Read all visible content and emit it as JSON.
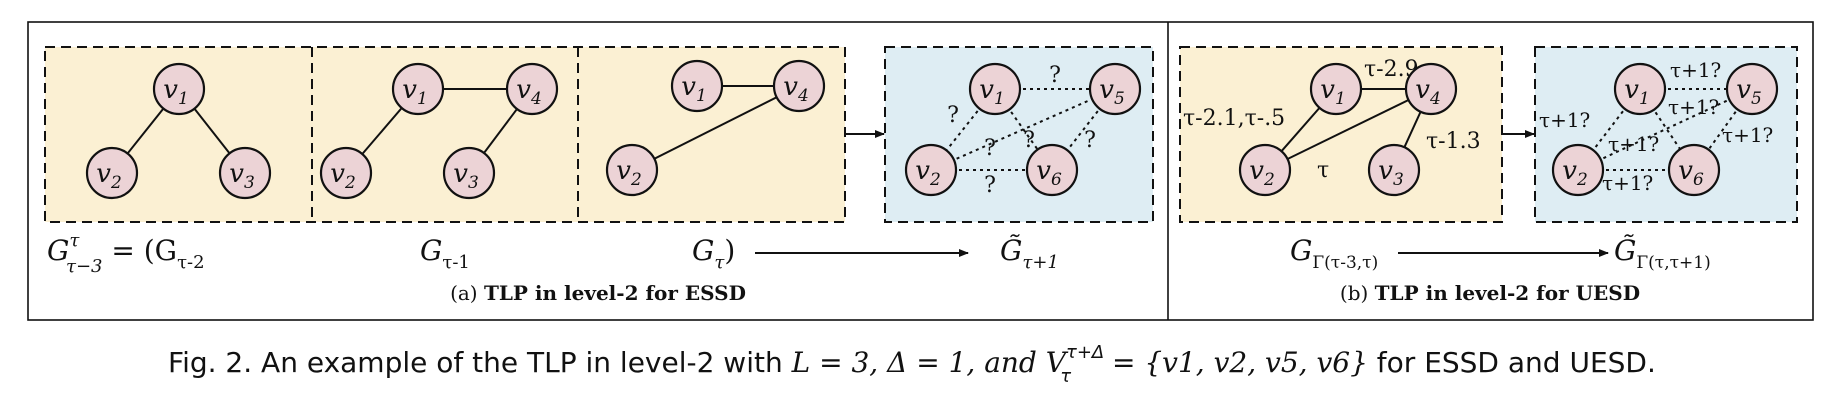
{
  "colors": {
    "yellow_panel": "#fbf0d3",
    "blue_panel": "#deedf3",
    "node_fill": "#ecd3d6",
    "stroke": "#111111"
  },
  "nodes": {
    "v1": [
      "v",
      "1"
    ],
    "v2": [
      "v",
      "2"
    ],
    "v3": [
      "v",
      "3"
    ],
    "v4": [
      "v",
      "4"
    ],
    "v5": [
      "v",
      "5"
    ],
    "v6": [
      "v",
      "6"
    ]
  },
  "panel_a": {
    "snap1_label": {
      "lead": "G",
      "sup": "τ",
      "sub": "τ−3",
      "tail": " = (G",
      "tail_sub": "τ-2"
    },
    "snap2_label": {
      "base": "G",
      "sub": "τ-1"
    },
    "snap3_label": {
      "base": "G",
      "sub": "τ",
      "tail": ")"
    },
    "target_label": {
      "base": "G̃",
      "sub": "τ+1"
    },
    "unknown_edge": "?",
    "caption_prefix": "(a) ",
    "caption_bold": "TLP in level-2 for ESSD"
  },
  "panel_b": {
    "edge_labels": {
      "v1_v4": "τ-2.9",
      "v1_v2": "τ-2.1,τ-.5",
      "v2_v4": "τ",
      "v3_v4": "τ-1.3"
    },
    "unknown_edge": "τ+1?",
    "source_label": {
      "base": "G",
      "sub": "Γ(τ-3,τ)"
    },
    "target_label": {
      "base": "G̃",
      "sub": "Γ(τ,τ+1)"
    },
    "caption_prefix": "(b) ",
    "caption_bold": "TLP in level-2 for UESD"
  },
  "figure_caption": {
    "prefix": "Fig. 2.  An example of the TLP in level-2 with ",
    "L_eq": "L = 3, Δ = 1, and ",
    "V": "V",
    "V_sup": "τ+Δ",
    "V_sub": "τ",
    "set": " = {v1, v2, v5, v6}",
    "suffix": " for ESSD and UESD."
  }
}
